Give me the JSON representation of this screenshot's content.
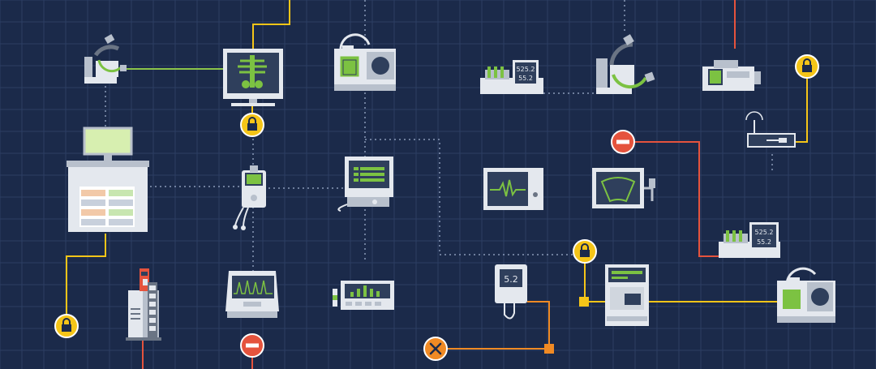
{
  "colors": {
    "background": "#1b2a4a",
    "grid": "#2c3e63",
    "link_green": "#8bc34a",
    "link_yellow": "#f5c518",
    "link_red": "#e5533d",
    "link_orange": "#f08a24",
    "dotted": "#8a9ab8",
    "device_light": "#e4e8ee",
    "device_mid": "#b8c0cc",
    "device_dark": "#6a7484",
    "screen": "#2f3f5c",
    "screen_green": "#7cc242",
    "lock": "#f5c518",
    "block": "#e5533d",
    "repair": "#f08a24"
  },
  "readouts": {
    "analyzer_top_value1": "525.2",
    "analyzer_top_value2": "55.2",
    "analyzer_right_value1": "525.2",
    "analyzer_right_value2": "55.2",
    "glucometer_value": "5.2"
  },
  "icons": {
    "lock": "padlock-icon",
    "block": "no-entry-icon",
    "repair": "wrench-screwdriver-icon"
  }
}
